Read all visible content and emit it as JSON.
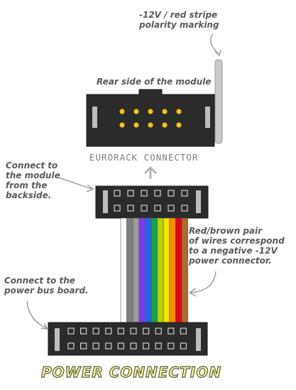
{
  "annotations": {
    "polarity": [
      "-12V / red stripe",
      "polarity marking"
    ],
    "rear": "Rear side of the module",
    "module": [
      "Connect to",
      "the module",
      "from the",
      "backside."
    ],
    "redbrown": [
      "Red/brown pair",
      "of wires correspond",
      "to a negative -12V",
      "power connector."
    ],
    "bus": [
      "Connect to the",
      "power bus board."
    ]
  },
  "connector_label": "EURORACK CONNECTOR",
  "footer_title": "POWER CONNECTION",
  "colors": {
    "connector_body": "#2b2b2b",
    "pin": "#f0c419",
    "stripe": "#c9c9c9",
    "wires": [
      "#ffffff",
      "#808080",
      "#9b9b9b",
      "#7c3aed",
      "#2563eb",
      "#16a34a",
      "#b8d400",
      "#f2e600",
      "#ff8a00",
      "#e30613",
      "#b06a2a"
    ]
  }
}
